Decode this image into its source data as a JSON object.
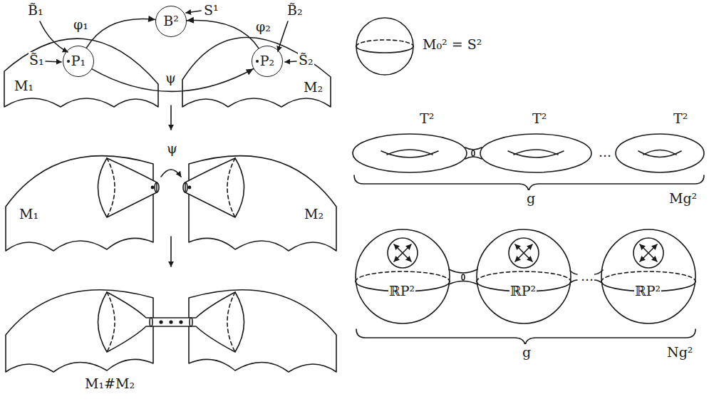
{
  "diagram": {
    "nodes": [
      {
        "text": [
          "B²"
        ]
      },
      {
        "text": [
          "M₁"
        ]
      },
      {
        "text": [
          "P₁"
        ],
        "in": 1
      },
      {
        "text": [
          "M₂"
        ]
      },
      {
        "text": [
          "P₂"
        ],
        "in": 3
      }
    ],
    "edges": [
      {
        "from": 2,
        "to": 0,
        "label": "φ₁",
        "arrow": "to"
      },
      {
        "from": 4,
        "to": 0,
        "label": "φ₂",
        "arrow": "to"
      },
      {
        "from": 2,
        "to": 4,
        "label": "ψ",
        "arrow": "to"
      }
    ],
    "labels": [
      "S¹",
      "B̃₁",
      "S̃₁",
      "B̃₂",
      "S̃₂",
      "M₁",
      "M₂",
      "ψ",
      "M₁#M₂",
      "M₀² = S²",
      "T²",
      "T²",
      "T²",
      "...",
      "g",
      "Mg²",
      "ℝP²",
      "ℝP²",
      "ℝP²",
      "...",
      "g",
      "Ng²"
    ]
  }
}
